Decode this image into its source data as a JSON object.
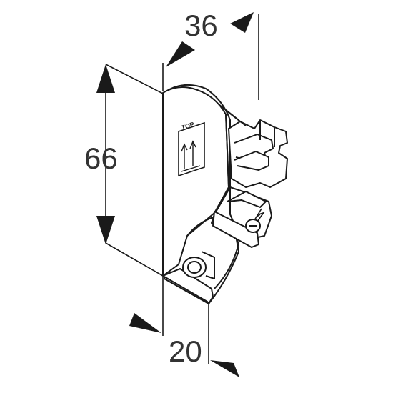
{
  "dimensions": {
    "width_label": "36",
    "depth_label": "20",
    "height_label": "66"
  },
  "part": {
    "orientation_label": "TOP"
  },
  "colors": {
    "line": "#1a1a1a",
    "dimension_line": "#1a1a1a",
    "text": "#333333",
    "face_fill": "#ffffff",
    "shade_fill": "#f2f2f2"
  }
}
